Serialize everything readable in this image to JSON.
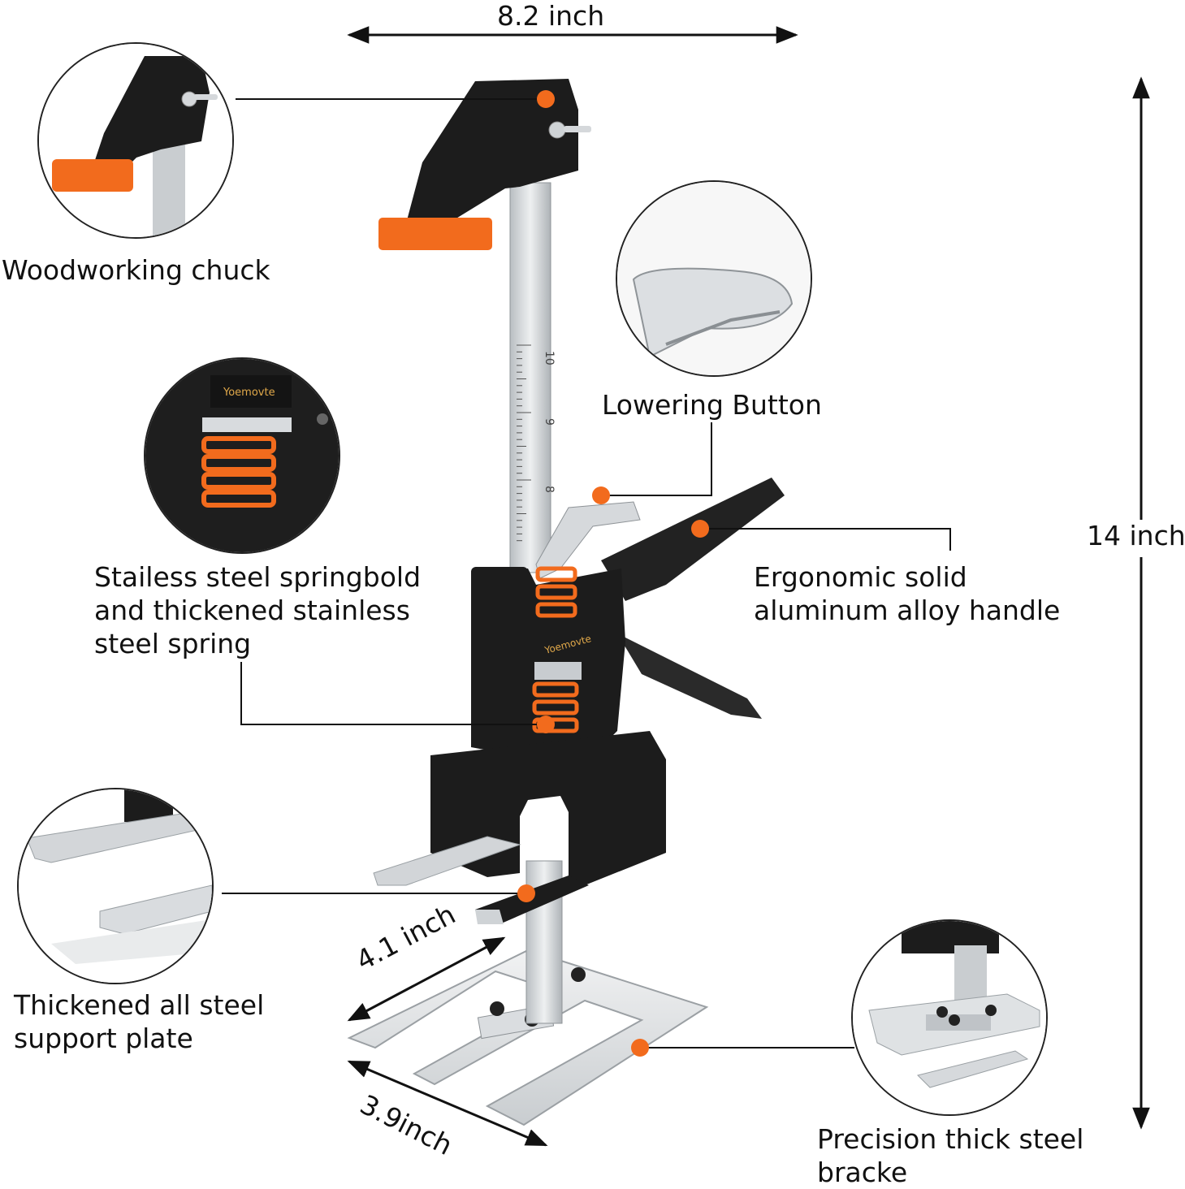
{
  "dimensions": {
    "width": "8.2 inch",
    "height": "14 inch",
    "foot_length": "4.1 inch",
    "base_width": "3.9inch"
  },
  "brand": "Yoemovte",
  "ruler_marks": [
    "10",
    "9",
    "8"
  ],
  "callouts": [
    {
      "id": "chuck",
      "lines": [
        "Woodworking chuck"
      ]
    },
    {
      "id": "lowering",
      "lines": [
        "Lowering Button"
      ]
    },
    {
      "id": "spring",
      "lines": [
        "Stailess steel springbold",
        "and thickened stainless",
        "steel spring"
      ]
    },
    {
      "id": "handle",
      "lines": [
        "Ergonomic solid",
        "aluminum alloy handle"
      ]
    },
    {
      "id": "plate",
      "lines": [
        "Thickened all steel",
        "support plate"
      ]
    },
    {
      "id": "bracket",
      "lines": [
        "Precision thick steel",
        "bracke"
      ]
    }
  ],
  "colors": {
    "accent_orange": "#F26B1D",
    "body_black": "#1c1c1c",
    "steel": "#cfd3d6",
    "line": "#111111"
  }
}
